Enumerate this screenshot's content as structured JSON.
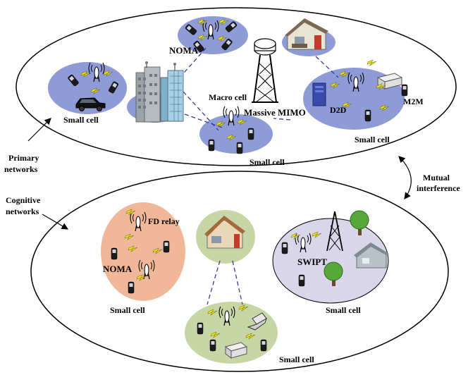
{
  "labels": {
    "noma_top": "NOMA",
    "macro_cell": "Macro cell",
    "massive_mimo": "Massive MIMO",
    "d2d": "D2D",
    "m2m": "M2M",
    "small_cell_top_left": "Small cell",
    "small_cell_top_center": "Small cell",
    "small_cell_top_right": "Small cell",
    "primary_networks_line1": "Primary",
    "primary_networks_line2": "networks",
    "cognitive_networks_line1": "Cognitive",
    "cognitive_networks_line2": "networks",
    "mutual_interference_line1": "Mutual",
    "mutual_interference_line2": "interference",
    "fd_relay": "FD relay",
    "noma_bottom": "NOMA",
    "swipt": "SWIPT",
    "small_cell_bottom_left": "Small cell",
    "small_cell_bottom_right": "Small cell",
    "small_cell_bottom_center": "Small cell"
  },
  "colors": {
    "primary_cell": "#8f9bd6",
    "cognitive_relay_cell": "#f0b898",
    "cognitive_home_cell": "#c8d6a6",
    "cognitive_swipt_cell": "#d9d6ea",
    "interference_link": "#3a3aa0",
    "wireless_bolt": "#f2e600"
  },
  "icons": [
    "base-station-icon",
    "macro-tower-icon",
    "phone-icon",
    "car-icon",
    "office-building-icon",
    "house-icon",
    "tree-icon",
    "printer-icon",
    "laptop-icon",
    "server-icon",
    "lightning-bolt-icon"
  ]
}
